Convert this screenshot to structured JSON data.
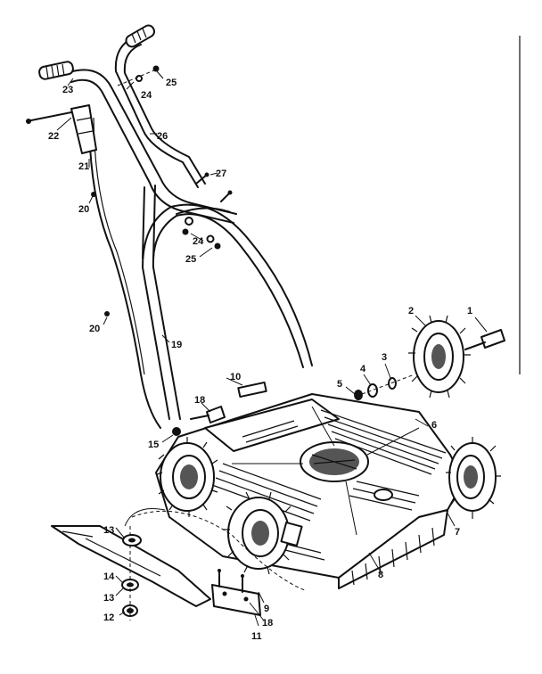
{
  "labels": {
    "p1": "1",
    "p2": "2",
    "p3": "3",
    "p4": "4",
    "p5": "5",
    "p6": "6",
    "p7": "7",
    "p8": "8",
    "p9": "9",
    "p10": "10",
    "p11": "11",
    "p12": "12",
    "p13a": "13",
    "p13b": "13",
    "p14": "14",
    "p15": "15",
    "p18a": "18",
    "p18b": "18",
    "p19": "19",
    "p20a": "20",
    "p20b": "20",
    "p21": "21",
    "p22": "22",
    "p23": "23",
    "p24a": "24",
    "p24b": "24",
    "p25a": "25",
    "p25b": "25",
    "p26": "26",
    "p27": "27"
  }
}
